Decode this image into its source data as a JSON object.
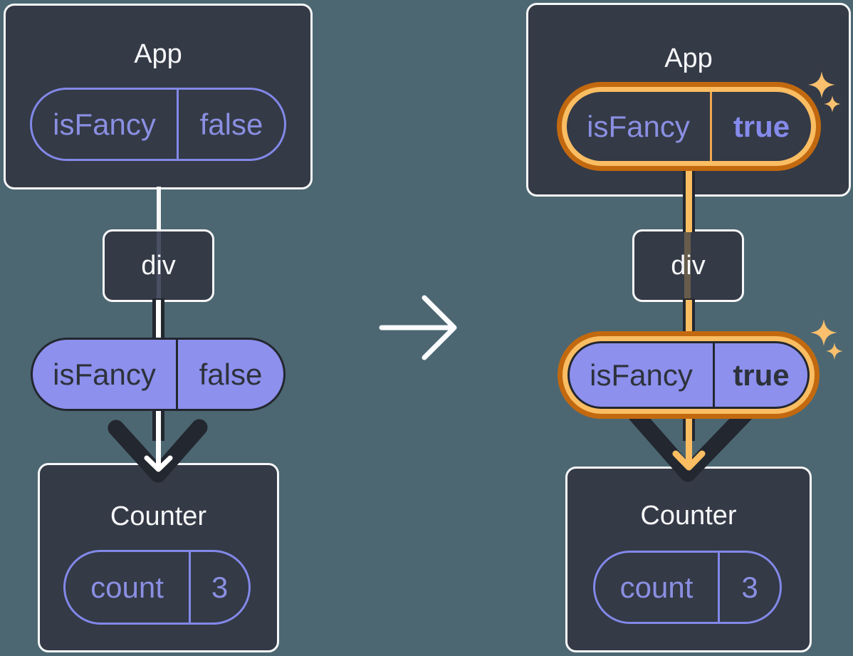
{
  "diagram": {
    "before": {
      "app": {
        "title": "App",
        "prop_name": "isFancy",
        "prop_value": "false"
      },
      "div_node": {
        "label": "div"
      },
      "passed_prop": {
        "name": "isFancy",
        "value": "false"
      },
      "counter": {
        "title": "Counter",
        "state_name": "count",
        "state_value": "3"
      }
    },
    "after": {
      "app": {
        "title": "App",
        "prop_name": "isFancy",
        "prop_value": "true"
      },
      "div_node": {
        "label": "div"
      },
      "passed_prop": {
        "name": "isFancy",
        "value": "true"
      },
      "counter": {
        "title": "Counter",
        "state_name": "count",
        "state_value": "3"
      }
    },
    "colors": {
      "background": "#4C6772",
      "node_fill": "#343A46",
      "node_border": "#F6F7F9",
      "dark_line": "#23272F",
      "purple_outline": "#8288E8",
      "purple_fill": "#8D90ED",
      "purple_text": "#8A8FE2",
      "dark_text": "#2D323B",
      "highlight_orange_dark": "#C2690F",
      "highlight_orange_light": "#FABD62",
      "sparkle": "#FAC06E",
      "arrow_white": "#FFFFFF"
    }
  }
}
